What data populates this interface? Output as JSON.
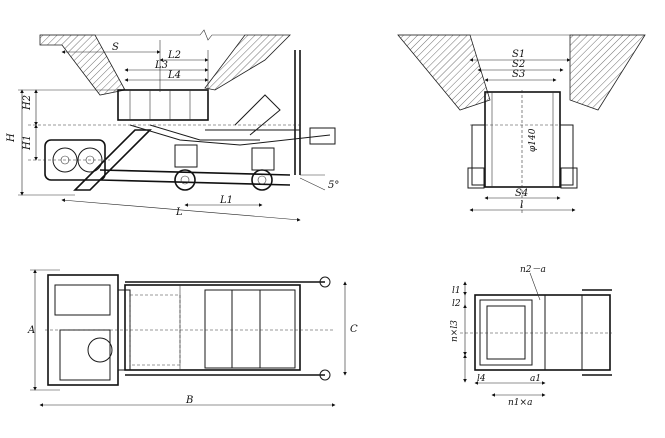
{
  "side_view": {
    "labels": {
      "S": "S",
      "L2": "L2",
      "L3": "L3",
      "L4": "L4",
      "H2": "H2",
      "H1": "H1",
      "H": "H",
      "angle": "5°",
      "L1": "L1",
      "L": "L"
    }
  },
  "front_view": {
    "labels": {
      "S1": "S1",
      "S2": "S2",
      "S3": "S3",
      "phi": "φ140",
      "S4": "S4",
      "l": "l"
    }
  },
  "plan_view": {
    "labels": {
      "A": "A",
      "B": "B",
      "C": "C"
    }
  },
  "detail_view": {
    "labels": {
      "n2a": "n2－a",
      "l1": "l1",
      "l2": "l2",
      "n_l3": "n×l3",
      "l4": "l4",
      "a1": "a1",
      "n1a": "n1×a"
    }
  }
}
